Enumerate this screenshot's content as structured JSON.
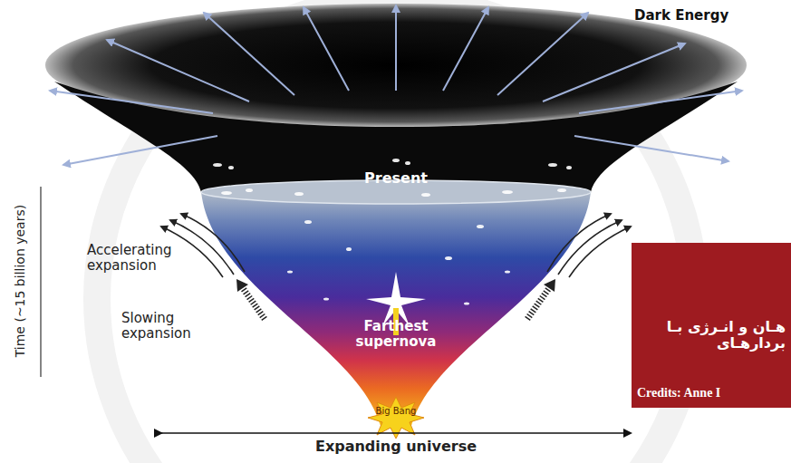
{
  "diagram": {
    "labels": [
      "Dark Energy",
      "Present",
      "Time (~15 billion years)",
      "Accelerating expansion",
      "Farthest supernova",
      "Slowing expansion",
      "Big Bang",
      "Expanding universe",
      "هـان و انـرژی بـا بردارهـای",
      "Credits: Anne I"
    ]
  }
}
